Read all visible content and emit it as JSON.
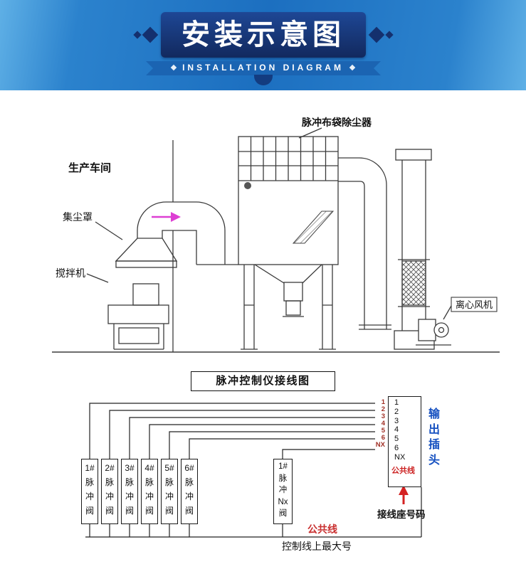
{
  "header": {
    "title": "安装示意图",
    "subtitle": "INSTALLATION DIAGRAM"
  },
  "machine": {
    "collector_label": "脉冲布袋除尘器",
    "workshop_label": "生产车间",
    "hood_label": "集尘罩",
    "mixer_label": "搅拌机",
    "fan_label": "离心风机"
  },
  "wiring": {
    "title": "脉冲控制仪接线图",
    "wire_numbers": "1\n2\n3\n4\n5\n6\nNX",
    "valves": [
      {
        "label": "1#\n脉\n冲\n阀"
      },
      {
        "label": "2#\n脉\n冲\n阀"
      },
      {
        "label": "3#\n脉\n冲\n阀"
      },
      {
        "label": "4#\n脉\n冲\n阀"
      },
      {
        "label": "5#\n脉\n冲\n阀"
      },
      {
        "label": "6#\n脉\n冲\n阀"
      }
    ],
    "nx_valve": {
      "label": "1#\n脉\n冲\nNx\n阀"
    },
    "terminal_block": {
      "numbers": "1\n2\n3\n4\n5\n6\nNX",
      "common": "公共线"
    },
    "output_plug": "输\n出\n插\n头",
    "block_caption": "接线座号码",
    "common_line": "公共线",
    "note": "控制线上最大号"
  },
  "colors": {
    "banner_blue": "#1c6fc0",
    "plate_navy": "#12295e",
    "output_plug_blue": "#1550c0",
    "common_line_red": "#cc2222",
    "duct_arrow_pink": "#dd3fd3",
    "line_color": "#3b3b3b"
  }
}
